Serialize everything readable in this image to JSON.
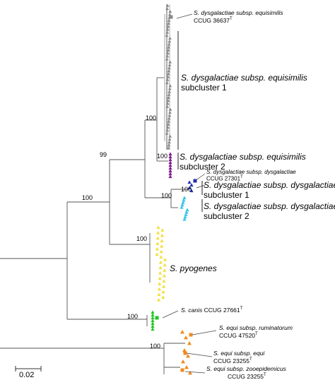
{
  "bootstrap": {
    "node_equisimilis1": "100",
    "node_dysgalactiae_all": "99",
    "node_equisimilis2": "100",
    "node_dysgalactiae_sc1": "100",
    "node_pyogenes_dysg": "100",
    "node_pyogenes": "100",
    "node_canis": "100",
    "node_equi": "100"
  },
  "labels": {
    "equisimilis_type_species": "S. dysgalactiae",
    "equisimilis_type_rest": " subsp. equisimilis",
    "equisimilis_type_strain": "CCUG 36637",
    "sc1_species": "S. dysgalactiae",
    "sc1_rest": " subsp. equisimilis",
    "sc1_line2": "subcluster 1",
    "sc2_species": "S. dysgalactiae",
    "sc2_rest": " subsp. equisimilis",
    "sc2_line2": "subcluster 2",
    "dysg_type_species": "S. dysgalactiae",
    "dysg_type_rest": " subsp. dysgalactiae",
    "dysg_type_strain": "CCUG 27301",
    "dysg_sc1_line1": "S. dysgalactiae subsp. dysgalactiae",
    "dysg_sc1_line2": "subcluster 1",
    "dysg_sc2_line1": "S. dysgalactiae subsp. dysgalactiae",
    "dysg_sc2_line2": "subcluster 2",
    "pyogenes": "S. pyogenes",
    "canis_species": "S. canis",
    "canis_strain": " CCUG 27661",
    "ruminatorum_line1_species": "S. equi",
    "ruminatorum_line1_rest": " subsp. ruminatorum",
    "ruminatorum_strain": "CCUG 47520",
    "equi_line1_species": "S. equi",
    "equi_line1_rest": " subsp. equi",
    "equi_strain": "CCUG 23255",
    "zoo_line1_species": "S. equi",
    "zoo_line1_rest": " subsp. zooepidemicus",
    "zoo_strain": "CCUG 23255",
    "type_mark": "T"
  },
  "scale_bar": {
    "label": "0.02"
  },
  "colors": {
    "equisimilis_sc1": "#8a8a8a",
    "equisimilis_sc2": "#7a1f8e",
    "dysgalactiae_sc1": "#1f2fb0",
    "dysgalactiae_sc2": "#39c6e6",
    "pyogenes": "#f0e040",
    "canis": "#1fc61f",
    "equi": "#f08a1f",
    "branch": "#555555"
  }
}
